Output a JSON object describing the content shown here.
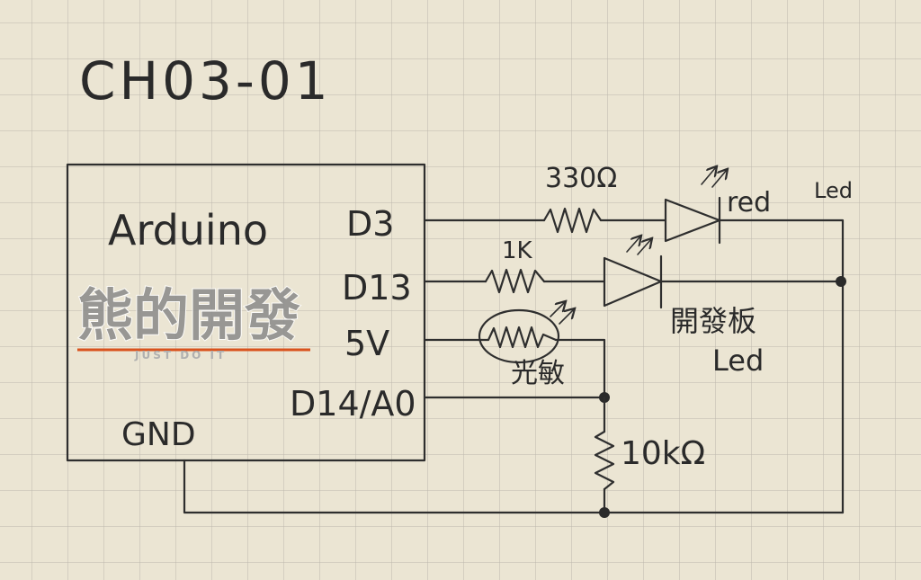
{
  "title": "CH03-01",
  "board": {
    "name": "Arduino",
    "pins": {
      "d3": "D3",
      "d13": "D13",
      "v5": "5V",
      "a0": "D14/A0",
      "gnd": "GND"
    }
  },
  "components": {
    "r1": "330Ω",
    "led1": {
      "label_color": "red",
      "label_type": "Led"
    },
    "r2": "1K",
    "led2": {
      "label_board": "開發板",
      "label_type": "Led"
    },
    "ldr": "光敏",
    "r3": "10kΩ"
  },
  "watermark": {
    "text": "熊的開發",
    "tagline": "JUST DO IT"
  },
  "colors": {
    "paper": "#ebe5d3",
    "grid": "#bdb8ad",
    "ink": "#2a2a2a",
    "watermark_accent": "#d9531e"
  }
}
